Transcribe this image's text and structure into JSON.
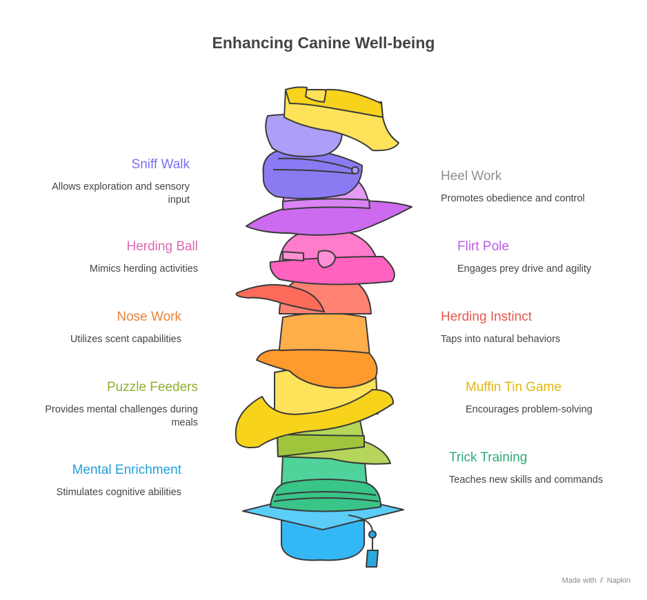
{
  "title": "Enhancing Canine Well-being",
  "colors": {
    "sniff_walk": "#7b6ff0",
    "heel_work": "#8e8e8e",
    "herding_ball": "#e066b2",
    "flirt_pole": "#b95be3",
    "nose_work": "#ea8135",
    "herding_instinct": "#e8574b",
    "puzzle_feeders": "#8fae2c",
    "muffin_tin_game": "#e0b70e",
    "mental_enrichment": "#1f9fd8",
    "trick_training": "#2eaa76"
  },
  "left_items": [
    {
      "label": "Sniff Walk",
      "description": "Allows exploration and sensory input"
    },
    {
      "label": "Herding Ball",
      "description": "Mimics herding activities"
    },
    {
      "label": "Nose Work",
      "description": "Utilizes scent capabilities"
    },
    {
      "label": "Puzzle Feeders",
      "description": "Provides mental challenges during meals"
    },
    {
      "label": "Mental Enrichment",
      "description": "Stimulates cognitive abilities"
    }
  ],
  "right_items": [
    {
      "label": "Heel Work",
      "description": "Promotes obedience and control"
    },
    {
      "label": "Flirt Pole",
      "description": "Engages prey drive and agility"
    },
    {
      "label": "Herding Instinct",
      "description": "Taps into natural behaviors"
    },
    {
      "label": "Muffin Tin Game",
      "description": "Encourages problem-solving"
    },
    {
      "label": "Trick Training",
      "description": "Teaches new skills and commands"
    }
  ],
  "footer": {
    "made_with": "Made with",
    "brand": "Napkin"
  }
}
